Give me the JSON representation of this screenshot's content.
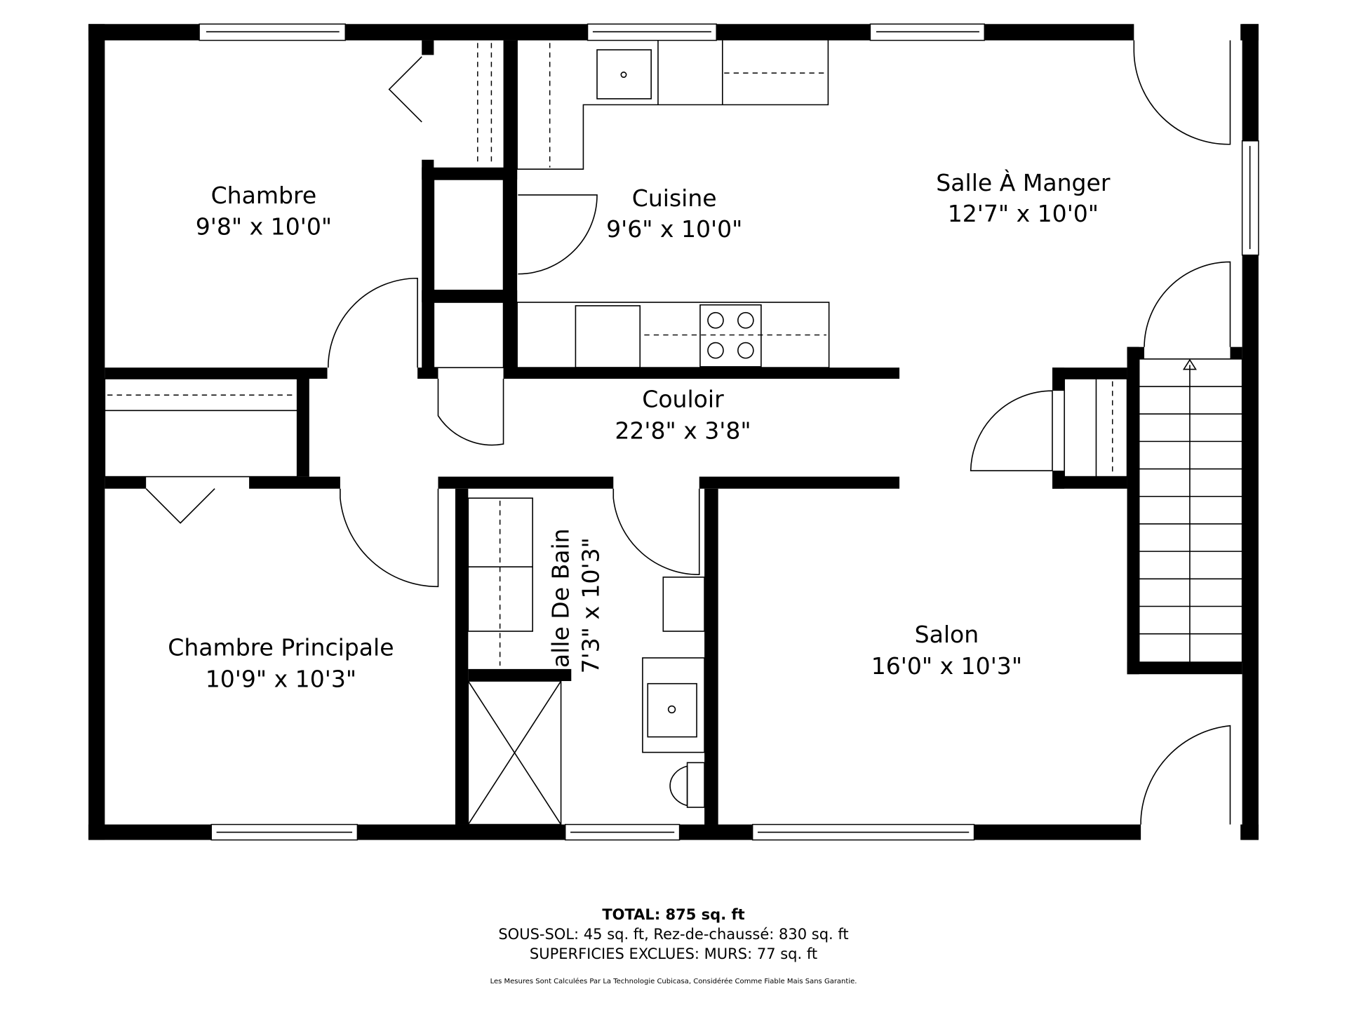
{
  "rooms": [
    {
      "name": "Chambre",
      "dimensions": "9'8\" x 10'0\""
    },
    {
      "name": "Cuisine",
      "dimensions": "9'6\" x 10'0\""
    },
    {
      "name": "Salle À Manger",
      "dimensions": "12'7\" x 10'0\""
    },
    {
      "name": "Couloir",
      "dimensions": "22'8\" x 3'8\""
    },
    {
      "name": "Chambre Principale",
      "dimensions": "10'9\" x 10'3\""
    },
    {
      "name": "Salle De Bain",
      "dimensions": "7'3\" x 10'3\""
    },
    {
      "name": "Salon",
      "dimensions": "16'0\" x 10'3\""
    }
  ],
  "summary": {
    "total": "TOTAL: 875 sq. ft",
    "breakdown": "SOUS-SOL: 45 sq. ft, Rez-de-chaussé: 830 sq. ft",
    "excluded": "SUPERFICIES EXCLUES: MURS: 77 sq. ft",
    "disclaimer": "Les Mesures Sont Calculées Par La Technologie Cubicasa, Considérée Comme Fiable Mais Sans Garantie."
  }
}
